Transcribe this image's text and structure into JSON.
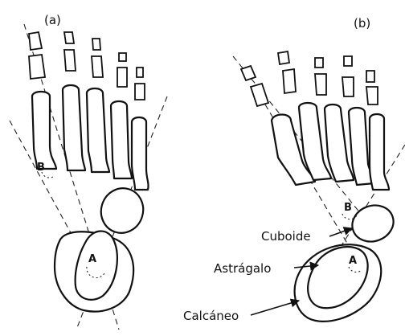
{
  "panels": {
    "a": {
      "label": "(a)",
      "point_a": "A",
      "point_b": "B"
    },
    "b": {
      "label": "(b)",
      "point_a": "A",
      "point_b": "B"
    }
  },
  "annotations": {
    "cuboid": "Cuboide",
    "talus": "Astrágalo",
    "calcaneus": "Calcáneo"
  }
}
